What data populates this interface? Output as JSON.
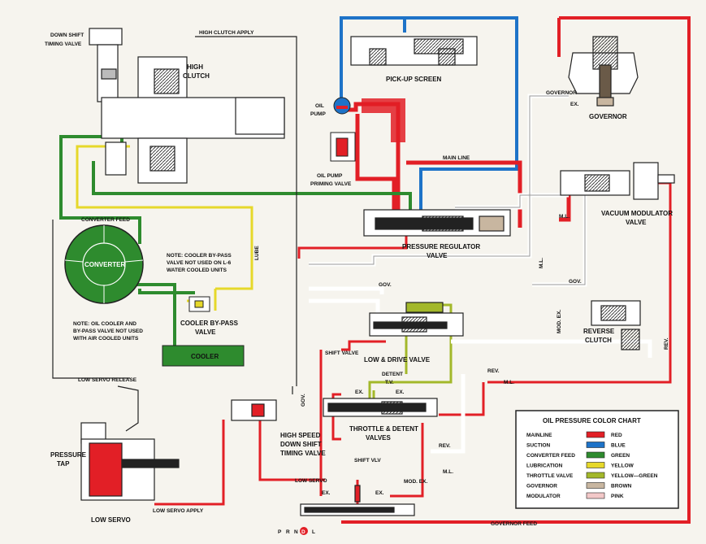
{
  "labels": {
    "down_shift_timing_valve_1": "DOWN SHIFT",
    "down_shift_timing_valve_2": "TIMING VALVE",
    "high_clutch_1": "HIGH",
    "high_clutch_2": "CLUTCH",
    "high_clutch_apply": "HIGH CLUTCH APPLY",
    "pick_up_screen": "PICK-UP SCREEN",
    "oil_pump_1": "OIL",
    "oil_pump_2": "PUMP",
    "oil_pump_priming_1": "OIL PUMP",
    "oil_pump_priming_2": "PRIMING VALVE",
    "main_line": "MAIN LINE",
    "governor_line": "GOVERNOR",
    "ex": "EX.",
    "governor": "GOVERNOR",
    "converter_feed": "CONVERTER FEED",
    "converter": "CONVERTER",
    "note_cooler_1": "NOTE: COOLER BY-PASS",
    "note_cooler_2": "VALVE NOT USED ON L-6",
    "note_cooler_3": "WATER COOLED UNITS",
    "lube": "LUBE",
    "note_oil_1": "NOTE: OIL COOLER AND",
    "note_oil_2": "BY-PASS VALVE NOT USED",
    "note_oil_3": "WITH AIR COOLED UNITS",
    "cooler_bypass_1": "COOLER BY-PASS",
    "cooler_bypass_2": "VALVE",
    "cooler": "COOLER",
    "pressure_regulator_1": "PRESSURE REGULATOR",
    "pressure_regulator_2": "VALVE",
    "ml": "M.L.",
    "vacuum_modulator_1": "VACUUM MODULATOR",
    "vacuum_modulator_2": "VALVE",
    "gov": "GOV.",
    "mod_ex": "MOD. EX.",
    "reverse_clutch_1": "REVERSE",
    "reverse_clutch_2": "CLUTCH",
    "rev": "REV.",
    "shift_valve": "SHIFT VALVE",
    "low_drive_valve": "LOW & DRIVE VALVE",
    "detent": "DETENT",
    "tv": "T.V.",
    "low_servo_release": "LOW SERVO RELEASE",
    "throttle_detent_1": "THROTTLE & DETENT",
    "throttle_detent_2": "VALVES",
    "high_speed_1": "HIGH SPEED",
    "high_speed_2": "DOWN SHIFT",
    "high_speed_3": "TIMING VALVE",
    "pressure_tap_1": "PRESSURE",
    "pressure_tap_2": "TAP",
    "low_servo": "LOW SERVO",
    "low_servo_apply": "LOW SERVO APPLY",
    "shift_vlv": "SHIFT VLV",
    "mod_ex2": "MOD. EX.",
    "governor_feed": "GOVERNOR FEED",
    "prnd": [
      "P",
      "R",
      "N",
      "D",
      "L"
    ]
  },
  "legend": {
    "title": "OIL PRESSURE COLOR CHART",
    "rows": [
      {
        "name": "MAINLINE",
        "color_name": "RED",
        "color": "#e21f26"
      },
      {
        "name": "SUCTION",
        "color_name": "BLUE",
        "color": "#1e73c8"
      },
      {
        "name": "CONVERTER FEED",
        "color_name": "GREEN",
        "color": "#2e8b2e"
      },
      {
        "name": "LUBRICATION",
        "color_name": "YELLOW",
        "color": "#e6d82a"
      },
      {
        "name": "THROTTLE VALVE",
        "color_name": "YELLOW—GREEN",
        "color": "#a3b82a"
      },
      {
        "name": "GOVERNOR",
        "color_name": "BROWN",
        "color": "#c8b6a0"
      },
      {
        "name": "MODULATOR",
        "color_name": "PINK",
        "color": "#f2c8c8"
      }
    ]
  }
}
